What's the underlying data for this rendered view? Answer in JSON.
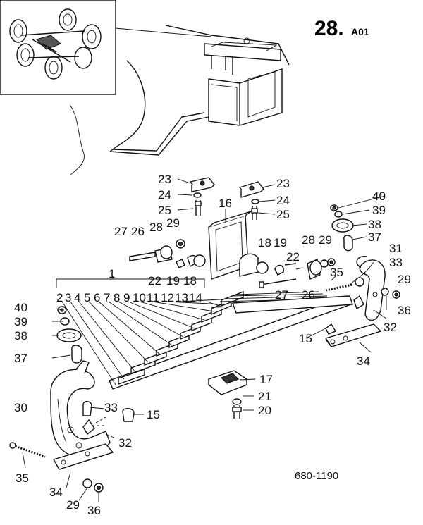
{
  "page": {
    "section_number": "28.",
    "section_suffix": "A01",
    "drawing_reference": "680-1190"
  },
  "callouts": [
    {
      "id": "c23a",
      "label": "23"
    },
    {
      "id": "c23b",
      "label": "23"
    },
    {
      "id": "c24a",
      "label": "24"
    },
    {
      "id": "c24b",
      "label": "24"
    },
    {
      "id": "c25a",
      "label": "25"
    },
    {
      "id": "c25b",
      "label": "25"
    },
    {
      "id": "c16",
      "label": "16"
    },
    {
      "id": "c27a",
      "label": "27"
    },
    {
      "id": "c26a",
      "label": "26"
    },
    {
      "id": "c28a",
      "label": "28"
    },
    {
      "id": "c29a",
      "label": "29"
    },
    {
      "id": "c22a",
      "label": "22"
    },
    {
      "id": "c19a",
      "label": "19"
    },
    {
      "id": "c18a",
      "label": "18"
    },
    {
      "id": "c18b",
      "label": "18"
    },
    {
      "id": "c19b",
      "label": "19"
    },
    {
      "id": "c28b",
      "label": "28"
    },
    {
      "id": "c29b",
      "label": "29"
    },
    {
      "id": "c22b",
      "label": "22"
    },
    {
      "id": "c27b",
      "label": "27"
    },
    {
      "id": "c26b",
      "label": "26"
    },
    {
      "id": "c35a",
      "label": "35"
    },
    {
      "id": "c40a",
      "label": "40"
    },
    {
      "id": "c39a",
      "label": "39"
    },
    {
      "id": "c38a",
      "label": "38"
    },
    {
      "id": "c37a",
      "label": "37"
    },
    {
      "id": "c31",
      "label": "31"
    },
    {
      "id": "c33a",
      "label": "33"
    },
    {
      "id": "c29c",
      "label": "29"
    },
    {
      "id": "c36a",
      "label": "36"
    },
    {
      "id": "c32a",
      "label": "32"
    },
    {
      "id": "c15a",
      "label": "15"
    },
    {
      "id": "c34a",
      "label": "34"
    },
    {
      "id": "c1",
      "label": "1"
    },
    {
      "id": "c40b",
      "label": "40"
    },
    {
      "id": "c39b",
      "label": "39"
    },
    {
      "id": "c38b",
      "label": "38"
    },
    {
      "id": "c37b",
      "label": "37"
    },
    {
      "id": "c17",
      "label": "17"
    },
    {
      "id": "c21",
      "label": "21"
    },
    {
      "id": "c20",
      "label": "20"
    },
    {
      "id": "c30",
      "label": "30"
    },
    {
      "id": "c33b",
      "label": "33"
    },
    {
      "id": "c15b",
      "label": "15"
    },
    {
      "id": "c32b",
      "label": "32"
    },
    {
      "id": "c35b",
      "label": "35"
    },
    {
      "id": "c34b",
      "label": "34"
    },
    {
      "id": "c29d",
      "label": "29"
    },
    {
      "id": "c36b",
      "label": "36"
    }
  ],
  "leaf_numbers": [
    "2",
    "3",
    "4",
    "5",
    "6",
    "7",
    "8",
    "9",
    "10",
    "11",
    "12",
    "13",
    "14"
  ]
}
